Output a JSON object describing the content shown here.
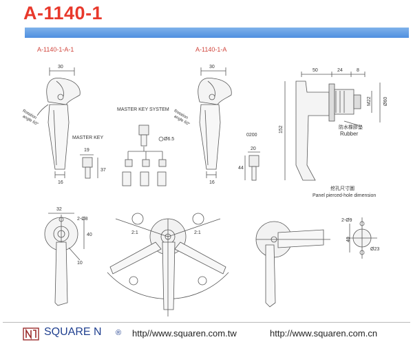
{
  "header": {
    "title": "A-1140-1",
    "title_color": "#e8382b",
    "bar_color": "#5a98e4"
  },
  "labels": {
    "left_model": "A-1140-1-A-1",
    "mid_model": "A-1140-1-A",
    "master_key_system": "MASTER KEY SYSTEM",
    "master_key": "MASTER KEY",
    "rotation": "Rotation",
    "angle": "angle 60°",
    "rubber_cn": "防水橡膠墊",
    "rubber_en": "Rubber",
    "panel_cn": "挖孔尺寸圖",
    "panel_en": "Panel pierced-hole dimension",
    "scale": "2:1",
    "part_code": "0200"
  },
  "dims": {
    "left_width": "30",
    "left_bottom": "16",
    "mid_width": "30",
    "mid_bottom": "16",
    "key_w": "19",
    "key_h": "37",
    "key2_w": "20",
    "key2_h": "44",
    "hole": "Ø6.5",
    "side_50": "50",
    "side_24": "24",
    "side_8": "8",
    "side_m22": "M22",
    "side_d60": "Ø60",
    "side_152": "152",
    "front_32": "32",
    "front_holes": "2-Ø8",
    "front_40": "40",
    "front_10": "10",
    "cut_holes": "2-Ø9",
    "cut_40": "40",
    "cut_d23": "Ø23"
  },
  "footer": {
    "brand": "SQUARE N",
    "reg": "®",
    "url_tw": "http//www.squaren.com.tw",
    "url_cn": "http://www.squaren.com.cn",
    "brand_color": "#1f3f8f"
  }
}
